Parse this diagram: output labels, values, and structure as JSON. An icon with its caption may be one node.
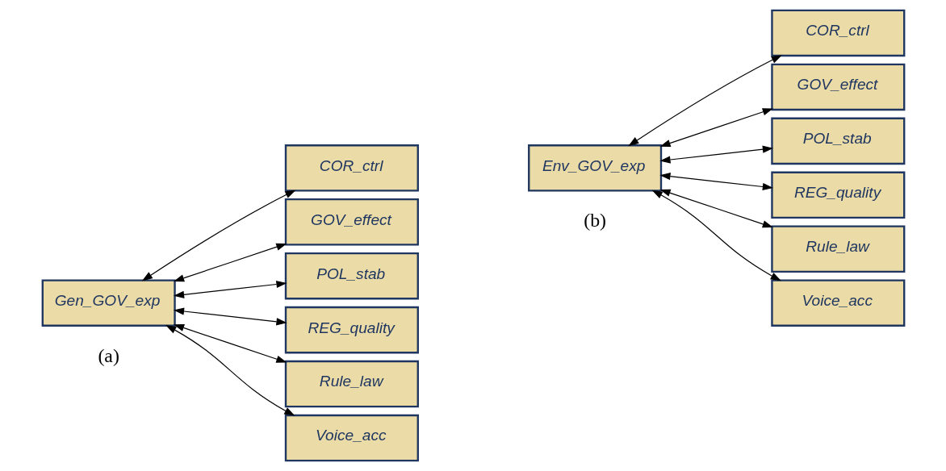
{
  "diagram": {
    "nodes": [
      {
        "text": [
          "Gen_GOV_exp"
        ]
      },
      {
        "text": [
          "COR_ctrl"
        ]
      },
      {
        "text": [
          "GOV_effect"
        ]
      },
      {
        "text": [
          "POL_stab"
        ]
      },
      {
        "text": [
          "REG_quality"
        ]
      },
      {
        "text": [
          "Rule_law"
        ]
      },
      {
        "text": [
          "Voice_acc"
        ]
      },
      {
        "text": [
          "Env_GOV_exp"
        ]
      },
      {
        "text": [
          "COR_ctrl"
        ]
      },
      {
        "text": [
          "GOV_effect"
        ]
      },
      {
        "text": [
          "POL_stab"
        ]
      },
      {
        "text": [
          "REG_quality"
        ]
      },
      {
        "text": [
          "Rule_law"
        ]
      },
      {
        "text": [
          "Voice_acc"
        ]
      }
    ],
    "edges": [
      {
        "from": 0,
        "to": 1,
        "arrow": "both"
      },
      {
        "from": 0,
        "to": 2,
        "arrow": "both"
      },
      {
        "from": 0,
        "to": 3,
        "arrow": "both"
      },
      {
        "from": 0,
        "to": 4,
        "arrow": "both"
      },
      {
        "from": 0,
        "to": 5,
        "arrow": "both"
      },
      {
        "from": 0,
        "to": 6,
        "arrow": "both"
      },
      {
        "from": 7,
        "to": 8,
        "arrow": "both"
      },
      {
        "from": 7,
        "to": 9,
        "arrow": "both"
      },
      {
        "from": 7,
        "to": 10,
        "arrow": "both"
      },
      {
        "from": 7,
        "to": 11,
        "arrow": "both"
      },
      {
        "from": 7,
        "to": 12,
        "arrow": "both"
      },
      {
        "from": 7,
        "to": 13,
        "arrow": "both"
      }
    ],
    "labels": [
      "(a)",
      "(b)"
    ]
  }
}
